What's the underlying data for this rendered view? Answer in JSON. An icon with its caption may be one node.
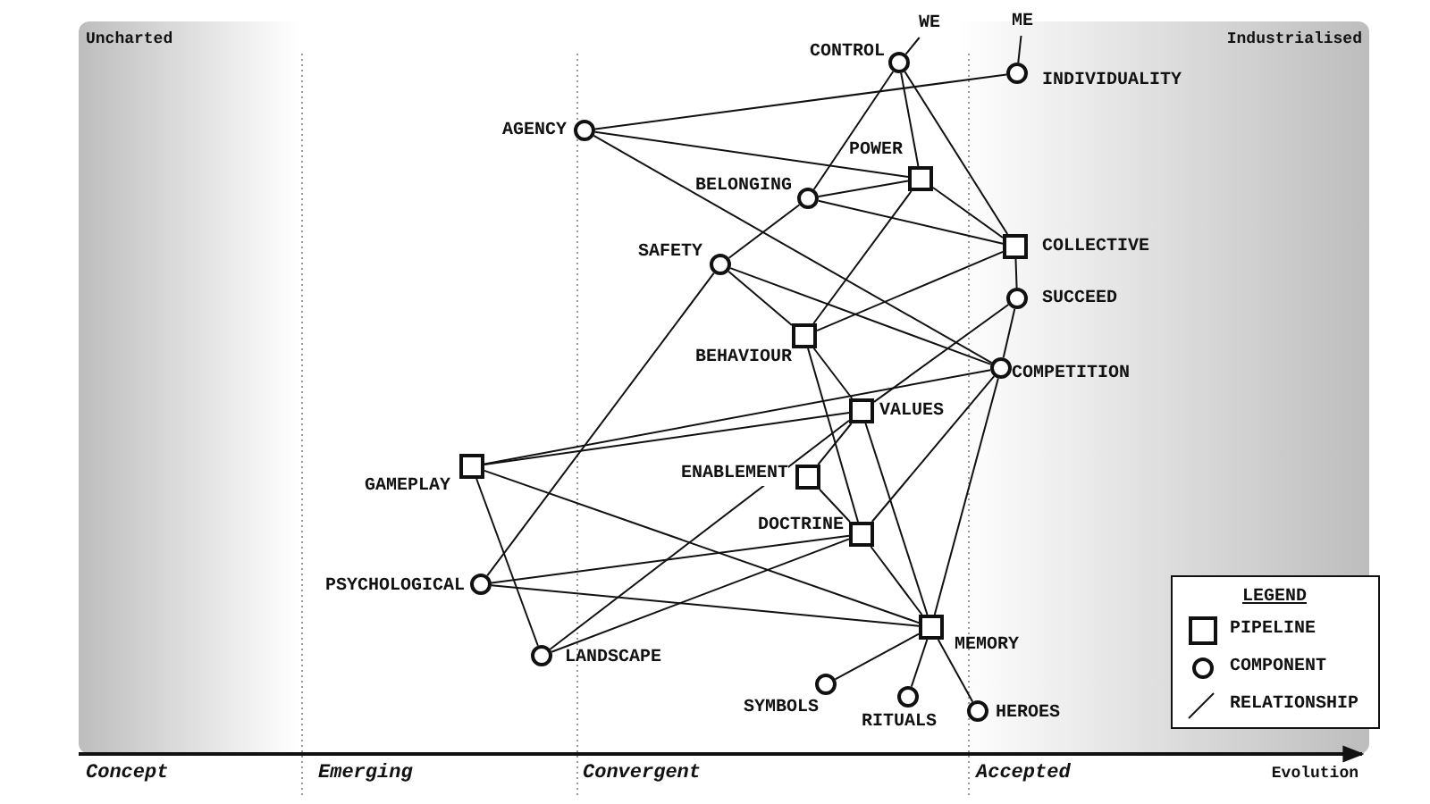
{
  "diagram": {
    "nodes": [
      {
        "text": [
          "WE"
        ]
      },
      {
        "text": [
          "ME"
        ]
      },
      {
        "text": [],
        "shape": "circle",
        "beside": [
          "CONTROL"
        ]
      },
      {
        "text": [],
        "shape": "circle",
        "beside": [
          "INDIVIDUALITY"
        ]
      },
      {
        "text": [],
        "shape": "circle",
        "beside": [
          "AGENCY"
        ]
      },
      {
        "text": [],
        "shape": "box",
        "beside": [
          "POWER"
        ]
      },
      {
        "text": [],
        "shape": "circle",
        "beside": [
          "BELONGING"
        ]
      },
      {
        "text": [],
        "shape": "box",
        "beside": [
          "COLLECTIVE"
        ]
      },
      {
        "text": [],
        "shape": "circle",
        "beside": [
          "SAFETY"
        ]
      },
      {
        "text": [],
        "shape": "circle",
        "beside": [
          "SUCCEED"
        ]
      },
      {
        "text": [],
        "shape": "box",
        "beside": [
          "BEHAVIOUR"
        ]
      },
      {
        "text": [],
        "shape": "circle",
        "beside": [
          "COMPETITION"
        ]
      },
      {
        "text": [],
        "shape": "box",
        "beside": [
          "VALUES"
        ]
      },
      {
        "text": [],
        "shape": "box",
        "beside": [
          "GAMEPLAY"
        ]
      },
      {
        "text": [],
        "shape": "box",
        "beside": [
          "ENABLEMENT"
        ]
      },
      {
        "text": [],
        "shape": "box",
        "beside": [
          "DOCTRINE"
        ]
      },
      {
        "text": [],
        "shape": "circle",
        "beside": [
          "PSYCHOLOGICAL"
        ]
      },
      {
        "text": [],
        "shape": "box",
        "beside": [
          "MEMORY"
        ]
      },
      {
        "text": [],
        "shape": "circle",
        "beside": [
          "LANDSCAPE"
        ]
      },
      {
        "text": [],
        "shape": "circle",
        "beside": [
          "SYMBOLS"
        ]
      },
      {
        "text": [],
        "shape": "circle",
        "beside": [
          "RITUALS"
        ]
      },
      {
        "text": [],
        "shape": "circle",
        "beside": [
          "HEROES"
        ]
      }
    ],
    "edges": [
      {
        "from": 0,
        "to": 2,
        "arrow": "none"
      },
      {
        "from": 1,
        "to": 3,
        "arrow": "none"
      },
      {
        "from": 4,
        "to": 3,
        "arrow": "none"
      },
      {
        "from": 4,
        "to": 5,
        "arrow": "none"
      },
      {
        "from": 4,
        "to": 11,
        "arrow": "none"
      },
      {
        "from": 2,
        "to": 6,
        "arrow": "none"
      },
      {
        "from": 2,
        "to": 5,
        "arrow": "none"
      },
      {
        "from": 2,
        "to": 7,
        "arrow": "none"
      },
      {
        "from": 6,
        "to": 5,
        "arrow": "none"
      },
      {
        "from": 6,
        "to": 7,
        "arrow": "none"
      },
      {
        "from": 5,
        "to": 7,
        "arrow": "none"
      },
      {
        "from": 5,
        "to": 10,
        "arrow": "none"
      },
      {
        "from": 6,
        "to": 8,
        "arrow": "none"
      },
      {
        "from": 8,
        "to": 16,
        "arrow": "none"
      },
      {
        "from": 8,
        "to": 10,
        "arrow": "none"
      },
      {
        "from": 8,
        "to": 11,
        "arrow": "none"
      },
      {
        "from": 10,
        "to": 7,
        "arrow": "none"
      },
      {
        "from": 7,
        "to": 9,
        "arrow": "none"
      },
      {
        "from": 9,
        "to": 12,
        "arrow": "none"
      },
      {
        "from": 9,
        "to": 11,
        "arrow": "none"
      },
      {
        "from": 11,
        "to": 17,
        "arrow": "none"
      },
      {
        "from": 11,
        "to": 15,
        "arrow": "none"
      },
      {
        "from": 11,
        "to": 13,
        "arrow": "none"
      },
      {
        "from": 12,
        "to": 13,
        "arrow": "none"
      },
      {
        "from": 10,
        "to": 12,
        "arrow": "none"
      },
      {
        "from": 10,
        "to": 15,
        "arrow": "none"
      },
      {
        "from": 12,
        "to": 14,
        "arrow": "none"
      },
      {
        "from": 14,
        "to": 15,
        "arrow": "none"
      },
      {
        "from": 12,
        "to": 17,
        "arrow": "none"
      },
      {
        "from": 12,
        "to": 18,
        "arrow": "none"
      },
      {
        "from": 15,
        "to": 17,
        "arrow": "none"
      },
      {
        "from": 15,
        "to": 16,
        "arrow": "none"
      },
      {
        "from": 15,
        "to": 18,
        "arrow": "none"
      },
      {
        "from": 13,
        "to": 17,
        "arrow": "none"
      },
      {
        "from": 13,
        "to": 18,
        "arrow": "none"
      },
      {
        "from": 16,
        "to": 17,
        "arrow": "none"
      },
      {
        "from": 17,
        "to": 19,
        "arrow": "none"
      },
      {
        "from": 17,
        "to": 20,
        "arrow": "none"
      },
      {
        "from": 17,
        "to": 21,
        "arrow": "none"
      }
    ],
    "labels": [
      "Uncharted",
      "Industrialised",
      "LEGEND",
      "Concept",
      "Emerging",
      "Convergent",
      "Accepted",
      "Evolution"
    ],
    "legend": [
      {
        "text": "PIPELINE"
      },
      {
        "text": "COMPONENT"
      },
      {
        "text": "RELATIONSHIP"
      }
    ]
  }
}
